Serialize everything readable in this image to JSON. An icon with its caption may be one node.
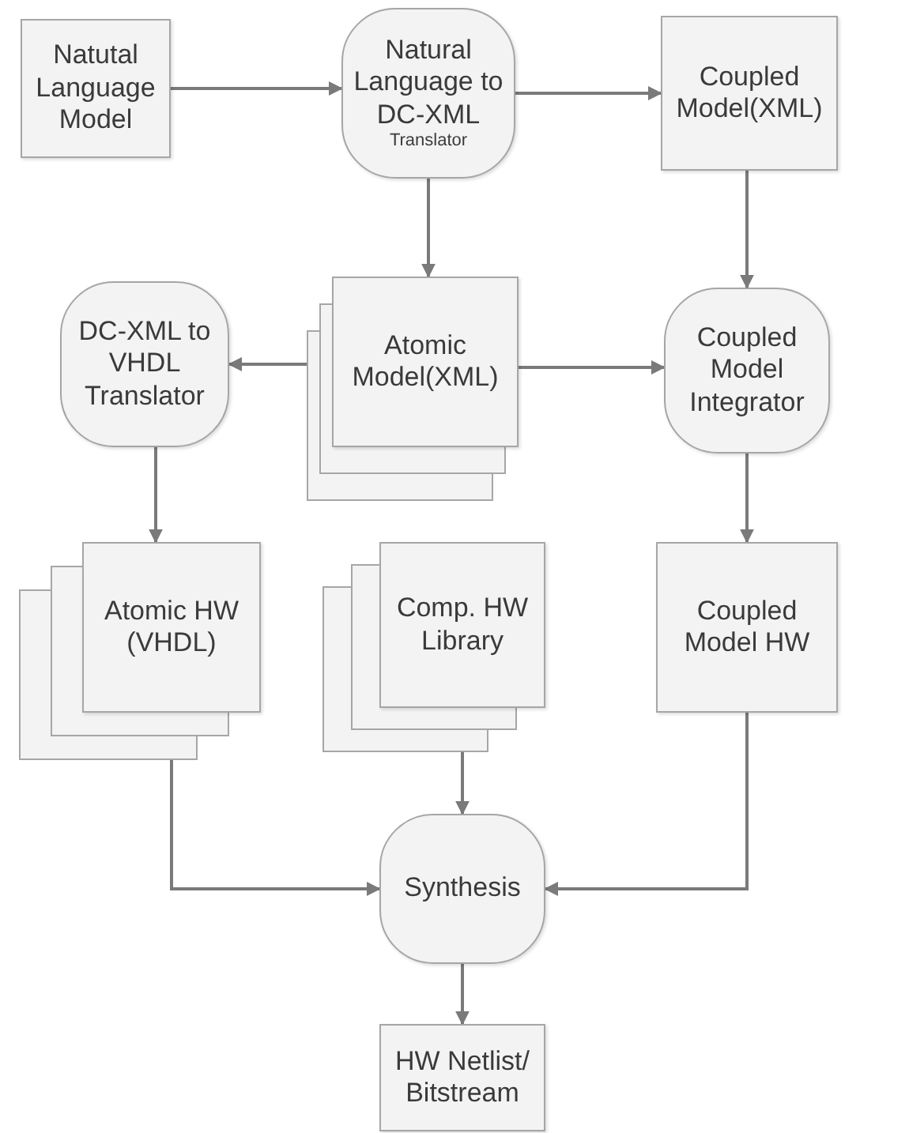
{
  "diagram": {
    "nodes": [
      {
        "text": [
          "Natutal Language Model"
        ]
      },
      {
        "text": [
          "Natural Language to DC-XML",
          "Translator"
        ]
      },
      {
        "text": [
          "Coupled Model(XML)"
        ]
      },
      {
        "text": [
          "Atomic Model(XML)"
        ]
      },
      {
        "text": [
          "DC-XML to VHDL Translator"
        ]
      },
      {
        "text": [
          "Coupled Model Integrator"
        ]
      },
      {
        "text": [
          "Atomic HW (VHDL)"
        ]
      },
      {
        "text": [
          "Comp. HW Library"
        ]
      },
      {
        "text": [
          "Coupled Model HW"
        ]
      },
      {
        "text": [
          "Synthesis"
        ]
      },
      {
        "text": [
          "HW Netlist/ Bitstream"
        ]
      }
    ],
    "edges": [
      {
        "from": 0,
        "to": 1,
        "arrow": "to"
      },
      {
        "from": 1,
        "to": 2,
        "arrow": "to"
      },
      {
        "from": 1,
        "to": 3,
        "arrow": "to"
      },
      {
        "from": 2,
        "to": 5,
        "arrow": "to"
      },
      {
        "from": 3,
        "to": 4,
        "arrow": "to"
      },
      {
        "from": 3,
        "to": 5,
        "arrow": "to"
      },
      {
        "from": 4,
        "to": 6,
        "arrow": "to"
      },
      {
        "from": 5,
        "to": 8,
        "arrow": "to"
      },
      {
        "from": 6,
        "to": 9,
        "arrow": "to"
      },
      {
        "from": 7,
        "to": 9,
        "arrow": "to"
      },
      {
        "from": 8,
        "to": 9,
        "arrow": "to"
      },
      {
        "from": 9,
        "to": 10,
        "arrow": "to"
      }
    ]
  }
}
